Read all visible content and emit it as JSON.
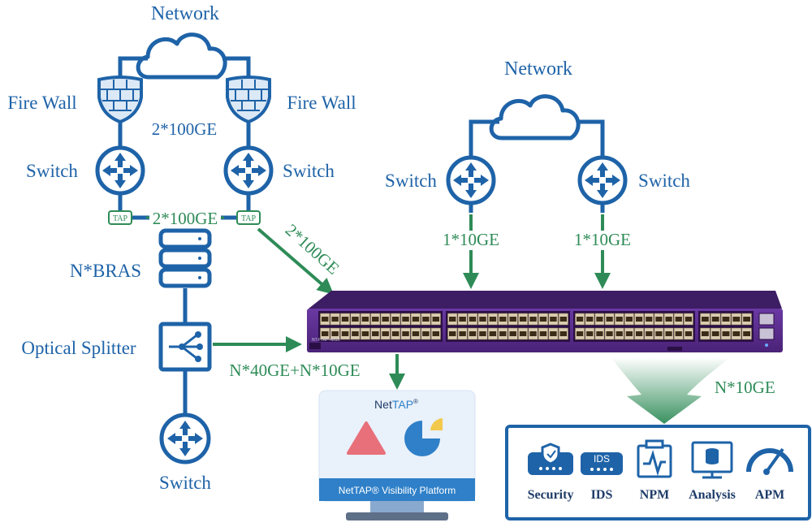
{
  "left": {
    "network_label": "Network",
    "firewall_left_label": "Fire Wall",
    "firewall_right_label": "Fire Wall",
    "link_fw_switch": "2*100GE",
    "switch_left_label": "Switch",
    "switch_right_label": "Switch",
    "tap_left": "TAP",
    "tap_right": "TAP",
    "link_tap": "2*100GE",
    "bras_label": "N*BRAS",
    "to_device_label": "2*100GE",
    "splitter_label": "Optical Splitter",
    "splitter_link": "N*40GE+N*10GE",
    "bottom_switch_label": "Switch"
  },
  "right": {
    "network_label": "Network",
    "switch_left_label": "Switch",
    "switch_right_label": "Switch",
    "link_left": "1*10GE",
    "link_right": "1*10GE",
    "output_label": "N*10GE"
  },
  "device": {
    "model_text": "NT-FTAP-48GX"
  },
  "monitor": {
    "brand": "Net",
    "brand_tap": "TAP",
    "trademark": "®",
    "platform_label": "NetTAP® Visibility Platform"
  },
  "tools": [
    {
      "label": "Security",
      "icon": "security-appliance-icon"
    },
    {
      "label": "IDS",
      "icon": "ids-appliance-icon",
      "badge": "IDS"
    },
    {
      "label": "NPM",
      "icon": "npm-icon"
    },
    {
      "label": "Analysis",
      "icon": "analysis-icon"
    },
    {
      "label": "APM",
      "icon": "apm-gauge-icon"
    }
  ],
  "colors": {
    "blue": "#1e63a8",
    "green": "#2e8b57",
    "purple": "#5b2d8e",
    "monitor_bg": "#e9f1fb",
    "triangle": "#e8707a",
    "pie_blue": "#2f80c8",
    "pie_yellow": "#f2c94c"
  }
}
